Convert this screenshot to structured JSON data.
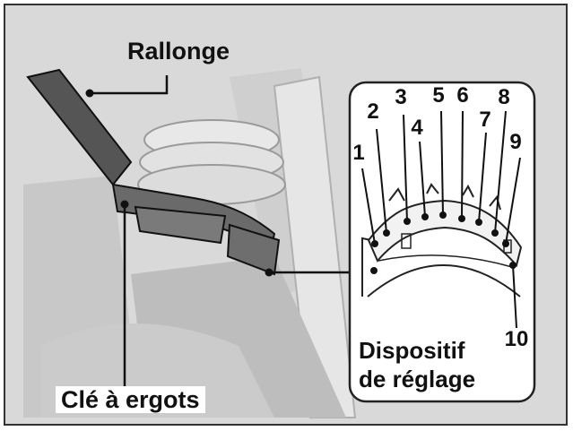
{
  "labels": {
    "extension": "Rallonge",
    "wrench": "Clé à ergots",
    "adjuster_line1": "Dispositif",
    "adjuster_line2": "de réglage"
  },
  "positions": [
    "1",
    "2",
    "3",
    "4",
    "5",
    "6",
    "7",
    "8",
    "9",
    "10"
  ],
  "colors": {
    "background": "#d9d9d9",
    "detail_panel": "#ffffff",
    "outline": "#222222",
    "text": "#111111"
  }
}
